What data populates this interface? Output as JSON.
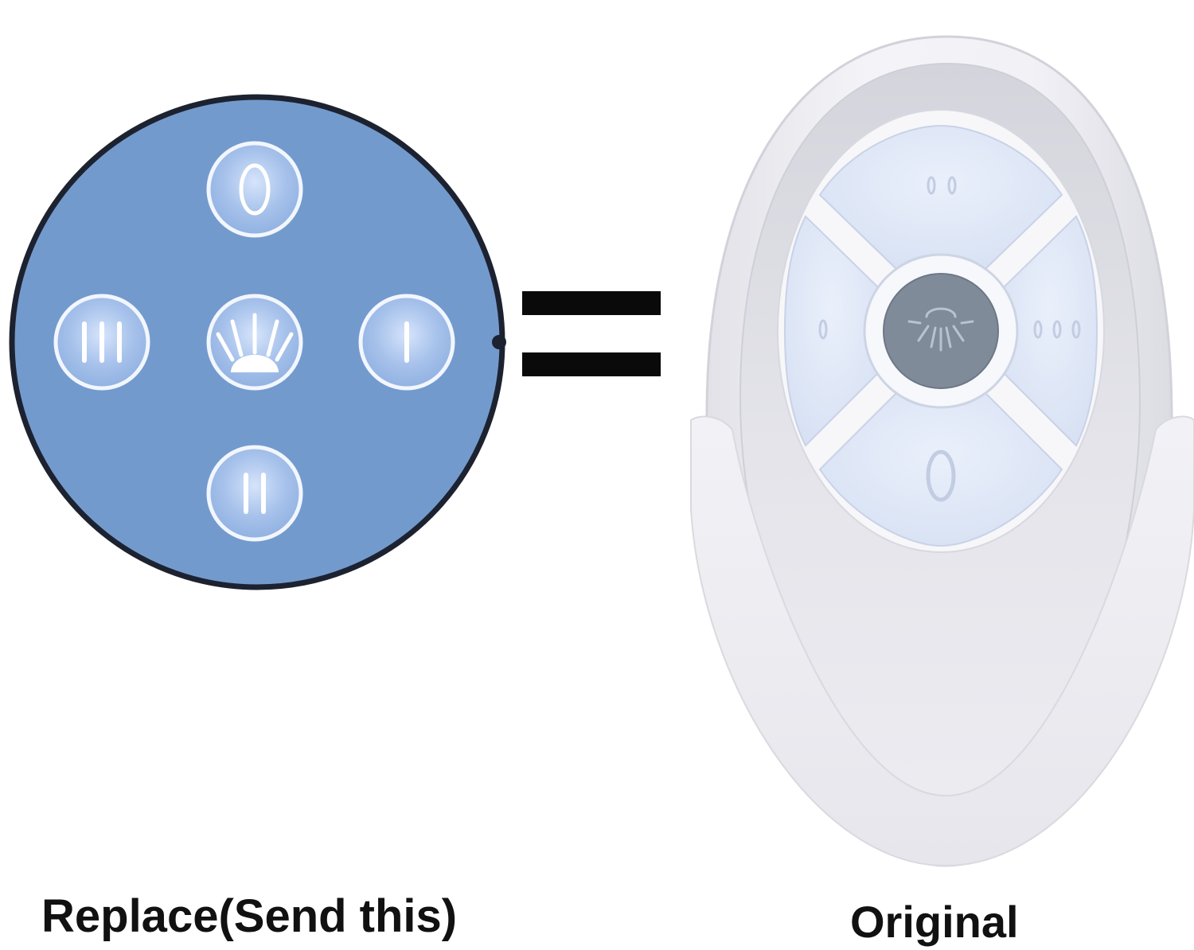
{
  "colors": {
    "background": "#ffffff",
    "replacement_face": "#739acd",
    "replacement_rim": "#1d2230",
    "button_glass": "#9ebbe6",
    "button_ring": "#f2f6ff",
    "remote_shell": "#eeeef3",
    "remote_buttons": "#dfe7f6",
    "light_button": "#7f8b99",
    "equals_sign": "#0a0a0a"
  },
  "replacement_remote": {
    "buttons": [
      {
        "id": "off",
        "icon": "fan-off-icon"
      },
      {
        "id": "high",
        "icon": "speed-3-icon"
      },
      {
        "id": "light",
        "icon": "light-icon"
      },
      {
        "id": "low",
        "icon": "speed-1-icon"
      },
      {
        "id": "medium",
        "icon": "speed-2-icon"
      }
    ]
  },
  "original_remote": {
    "buttons": [
      {
        "id": "medium",
        "icon": "speed-2-icon"
      },
      {
        "id": "low",
        "icon": "speed-1-icon"
      },
      {
        "id": "light",
        "icon": "light-icon"
      },
      {
        "id": "high",
        "icon": "speed-3-icon"
      },
      {
        "id": "off",
        "icon": "fan-off-icon"
      }
    ]
  },
  "captions": {
    "left": "Replace(Send this)",
    "right": "Original"
  }
}
